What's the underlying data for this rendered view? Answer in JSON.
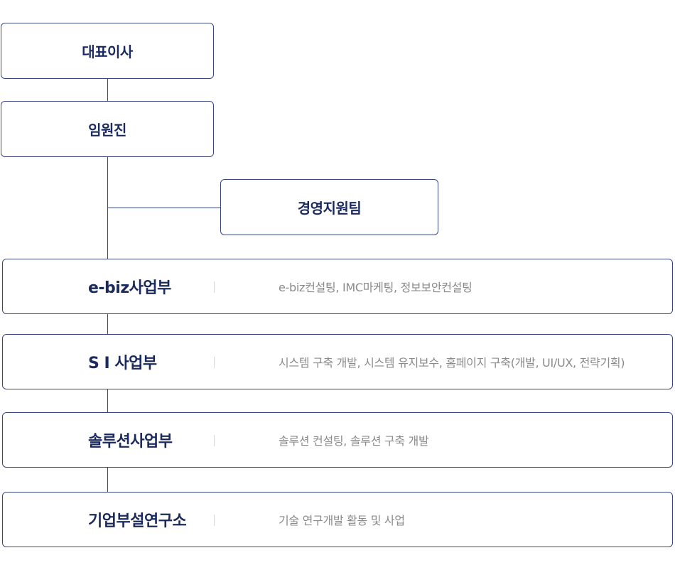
{
  "top_nodes": {
    "ceo": "대표이사",
    "executives": "임원진",
    "management_support": "경영지원팀"
  },
  "departments": [
    {
      "name": "e-biz사업부",
      "description": "e-biz컨설팅, IMC마케팅, 정보보안컨설팅"
    },
    {
      "name": "S I 사업부",
      "description": "시스템 구축 개발, 시스템 유지보수, 홈페이지 구축(개발, UI/UX, 전략기획)"
    },
    {
      "name": "솔루션사업부",
      "description": "솔루션 컨설팅, 솔루션 구축 개발"
    },
    {
      "name": "기업부설연구소",
      "description": "기술 연구개발 활동 및 사업"
    }
  ],
  "colors": {
    "border": "#3a4680",
    "node_text": "#1b2a5c",
    "description_text": "#8a8a8a",
    "separator": "#d8d8d8"
  }
}
